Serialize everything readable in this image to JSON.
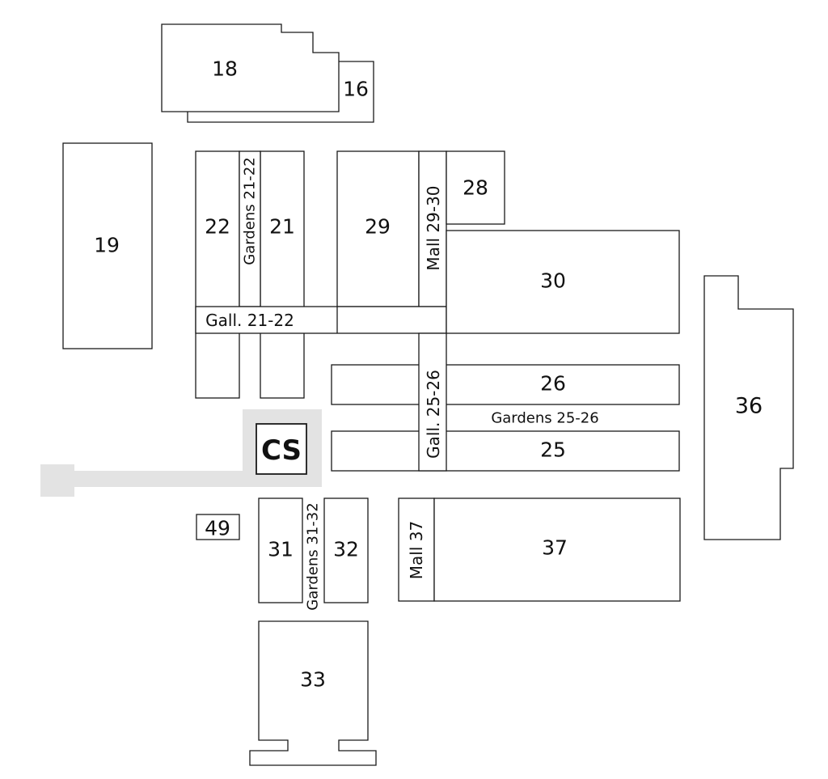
{
  "colors": {
    "outline": "#1a1a1a",
    "walkway": "#e3e3e3",
    "background": "#ffffff"
  },
  "halls": {
    "h16": "16",
    "h18": "18",
    "h19": "19",
    "h21": "21",
    "h22": "22",
    "h25": "25",
    "h26": "26",
    "h28": "28",
    "h29": "29",
    "h30": "30",
    "h31": "31",
    "h32": "32",
    "h33": "33",
    "h36": "36",
    "h37": "37",
    "h49": "49"
  },
  "passages": {
    "gardens_21_22": "Gardens 21-22",
    "gall_21_22": "Gall. 21-22",
    "mall_29_30": "Mall 29-30",
    "gall_25_26": "Gall. 25-26",
    "gardens_25_26": "Gardens 25-26",
    "gardens_31_32": "Gardens 31-32",
    "mall_37": "Mall 37"
  },
  "service": {
    "cs": "CS"
  }
}
